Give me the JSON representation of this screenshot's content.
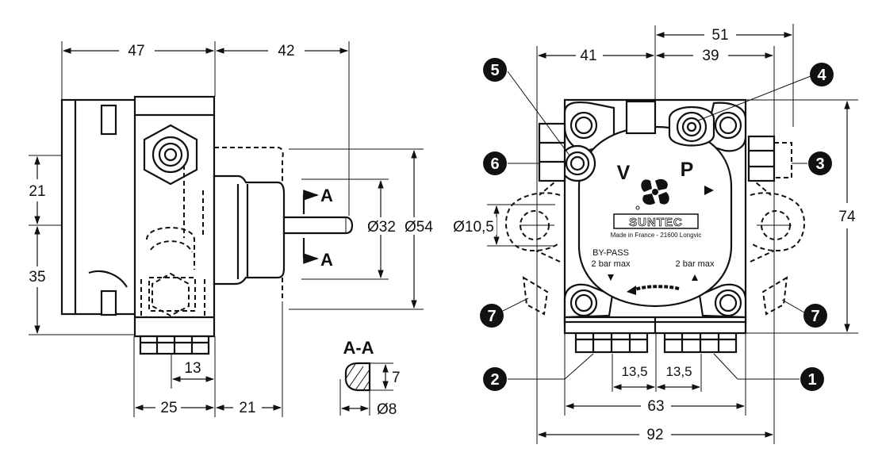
{
  "left_view": {
    "dims": {
      "width_47": "47",
      "width_42": "42",
      "height_21": "21",
      "height_35": "35",
      "dia_32": "Ø32",
      "dia_54": "Ø54",
      "dim_13": "13",
      "dim_25": "25",
      "dim_21_bottom": "21"
    },
    "section_mark": "A"
  },
  "section": {
    "title": "A-A",
    "dim_7": "7",
    "dim_d8": "Ø8"
  },
  "right_view": {
    "dims": {
      "dim_51": "51",
      "dim_41": "41",
      "dim_39": "39",
      "dim_74": "74",
      "dia_10_5": "Ø10,5",
      "dim_13_5_left": "13,5",
      "dim_13_5_right": "13,5",
      "dim_63": "63",
      "dim_92": "92"
    },
    "port_v": "V",
    "port_p": "P",
    "brand": "SUNTEC",
    "made_in": "Made in France - 21600 Longvic",
    "bypass": "BY-PASS",
    "bar_max_left": "2 bar max",
    "bar_max_right": "2 bar max",
    "callouts": [
      "1",
      "2",
      "3",
      "4",
      "5",
      "6",
      "7",
      "7"
    ]
  },
  "colors": {
    "ink": "#111111",
    "paper": "#ffffff"
  }
}
